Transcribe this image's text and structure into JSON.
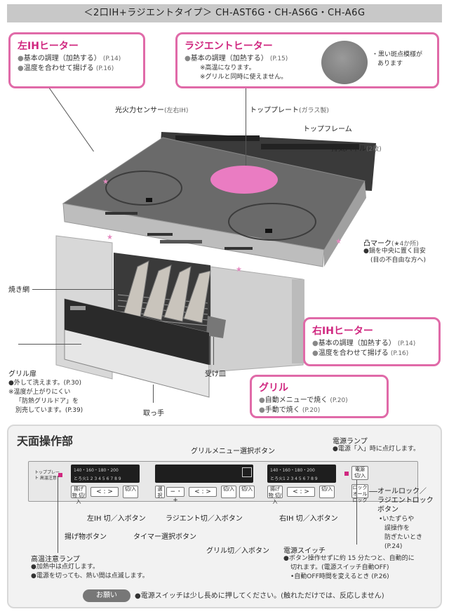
{
  "header": {
    "title": "＜2口IH+ラジエントタイプ＞ CH-AST6G・CH-AS6G・CH-A6G"
  },
  "left_ih": {
    "title": "左IHヒーター",
    "items": [
      {
        "text": "基本の調理（加熱する）",
        "ref": "(P.14)"
      },
      {
        "text": "温度を合わせて揚げる",
        "ref": "(P.16)"
      }
    ]
  },
  "radiant": {
    "title": "ラジエントヒーター",
    "items": [
      {
        "text": "基本の調理（加熱する）",
        "ref": "(P.15)"
      }
    ],
    "notes": [
      "※高温になります。",
      "※グリルと同時に使えません。"
    ],
    "pattern_note": [
      "・黒い斑点模様が",
      "あります"
    ]
  },
  "labels": {
    "sensor": "光火力センサー",
    "sensor_sub": "(左右IH)",
    "top_plate": "トッププレート",
    "top_plate_sub": "(ガラス製)",
    "top_frame": "トップフレーム",
    "exhaust": "排気パネル",
    "exhaust_sub": "(2枚)",
    "bump_mark": "凸マーク",
    "bump_mark_sub": "(★4か所)",
    "bump_notes": [
      "●鍋を中央に置く目安",
      "(目の不自由な方へ)"
    ],
    "grill_net": "焼き網",
    "grill_door": "グリル扉",
    "grill_door_notes": [
      "●外して洗えます。(P.30)",
      "※温度が上がりにくい",
      "「防熱グリルドア」を",
      "別売しています。(P.39)"
    ],
    "tray": "受け皿",
    "handle": "取っ手"
  },
  "right_ih": {
    "title": "右IHヒーター",
    "items": [
      {
        "text": "基本の調理（加熱する）",
        "ref": "(P.14)"
      },
      {
        "text": "温度を合わせて揚げる",
        "ref": "(P.16)"
      }
    ]
  },
  "grill": {
    "title": "グリル",
    "items": [
      {
        "text": "自動メニューで焼く",
        "ref": "(P.20)"
      },
      {
        "text": "手動で焼く",
        "ref": "(P.20)"
      }
    ]
  },
  "panel": {
    "title": "天面操作部",
    "grill_menu_btn": "グリルメニュー選択ボタン",
    "power_lamp": "電源ランプ",
    "power_lamp_note": "●電源「入」時に点灯します。",
    "all_lock": [
      "オールロック／",
      "ラジエントロック",
      "ボタン"
    ],
    "all_lock_notes": [
      "•いたずらや",
      "誤操作を",
      "防ぎたいとき",
      "(P.24)"
    ],
    "left_ih_btn": "左IH 切／入ボタン",
    "radiant_btn": "ラジエント切／入ボタン",
    "right_ih_btn": "右IH 切／入ボタン",
    "fry_btn": "揚げ物ボタン",
    "timer_btn": "タイマー選択ボタン",
    "grill_btn": "グリル切／入ボタン",
    "power_switch": "電源スイッチ",
    "power_switch_notes": [
      "●ボタン操作せずに約 15 分たつと、自動的に",
      "切れます。(電源スイッチ自動OFF)",
      "•自動OFF時間を変えるとき (P.26)"
    ],
    "hot_lamp": "高温注意ランプ",
    "hot_lamp_notes": [
      "●加熱中は点灯します。",
      "●電源を切っても、熱い間は点滅します。"
    ],
    "display_temps": "140・160・180・200",
    "display_levels": "とろ火1 2 3 4 5 6 7 8 9",
    "hot_lamp_tag": "トッププレート 高温注意",
    "btn_onoff": "切/入",
    "btn_fry": "揚げ物 切/入",
    "btn_timer": "選択",
    "btn_power": "電源 切/入",
    "btn_lock": "ロック オールロック"
  },
  "footer": {
    "badge": "お願い",
    "text": "●電源スイッチは少し長めに押してください。(触れただけでは、反応しません)"
  }
}
